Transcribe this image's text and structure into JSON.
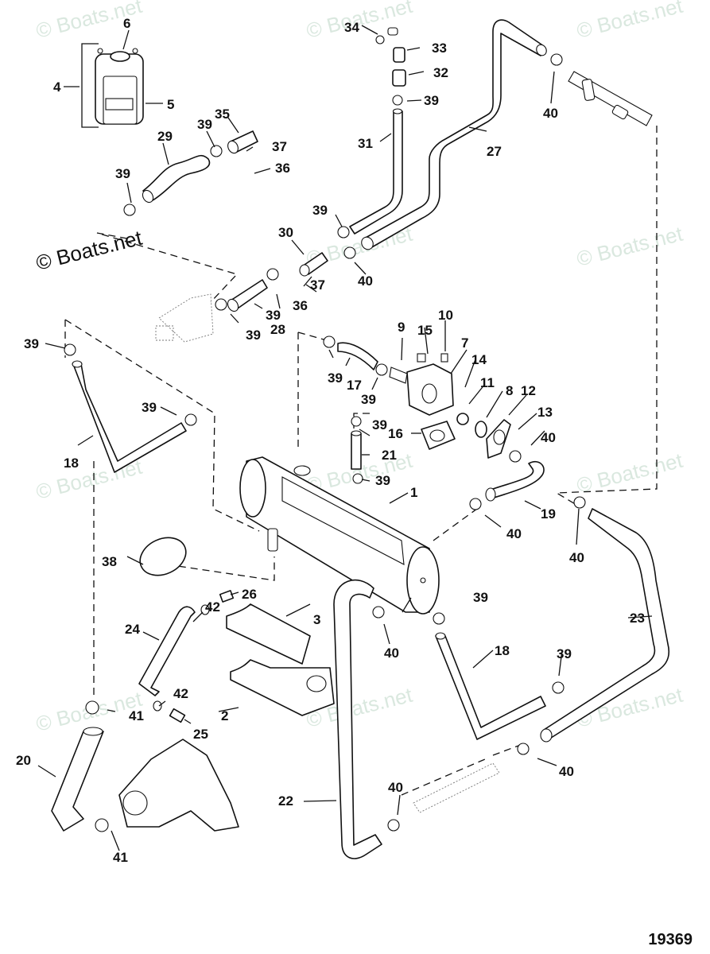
{
  "diagram": {
    "type": "exploded-parts-diagram",
    "subject": "Closed cooling system parts (heat exchanger, hoses, clamps, thermostat housing, reservoir)",
    "diagram_number": "19369",
    "watermark_text": "© Boats.net",
    "colors": {
      "line": "#111111",
      "watermark": "#d4e4da",
      "background": "#ffffff"
    },
    "callouts": [
      {
        "id": "c1",
        "label": "1",
        "part": "heat-exchanger"
      },
      {
        "id": "c2",
        "label": "2",
        "part": "bracket-lower"
      },
      {
        "id": "c3",
        "label": "3",
        "part": "bracket-upper"
      },
      {
        "id": "c4",
        "label": "4",
        "part": "reservoir-assembly"
      },
      {
        "id": "c5",
        "label": "5",
        "part": "reservoir"
      },
      {
        "id": "c6",
        "label": "6",
        "part": "reservoir-cap"
      },
      {
        "id": "c7",
        "label": "7",
        "part": "thermostat-housing"
      },
      {
        "id": "c8",
        "label": "8",
        "part": "o-ring"
      },
      {
        "id": "c9",
        "label": "9",
        "part": "fitting"
      },
      {
        "id": "c10",
        "label": "10",
        "part": "plug"
      },
      {
        "id": "c11",
        "label": "11",
        "part": "thermostat"
      },
      {
        "id": "c12",
        "label": "12",
        "part": "thermostat-cover"
      },
      {
        "id": "c13",
        "label": "13",
        "part": "screw"
      },
      {
        "id": "c14",
        "label": "14",
        "part": "bolt"
      },
      {
        "id": "c15",
        "label": "15",
        "part": "elbow-fitting"
      },
      {
        "id": "c16",
        "label": "16",
        "part": "gasket"
      },
      {
        "id": "c17",
        "label": "17",
        "part": "hose"
      },
      {
        "id": "c18a",
        "label": "18",
        "part": "hose-left"
      },
      {
        "id": "c18b",
        "label": "18",
        "part": "hose-right"
      },
      {
        "id": "c19",
        "label": "19",
        "part": "hose"
      },
      {
        "id": "c20",
        "label": "20",
        "part": "hose"
      },
      {
        "id": "c21",
        "label": "21",
        "part": "hose"
      },
      {
        "id": "c22",
        "label": "22",
        "part": "hose"
      },
      {
        "id": "c23",
        "label": "23",
        "part": "hose"
      },
      {
        "id": "c24",
        "label": "24",
        "part": "hose"
      },
      {
        "id": "c25",
        "label": "25",
        "part": "elbow-fitting"
      },
      {
        "id": "c26",
        "label": "26",
        "part": "elbow-fitting"
      },
      {
        "id": "c27",
        "label": "27",
        "part": "hose"
      },
      {
        "id": "c28",
        "label": "28",
        "part": "hose"
      },
      {
        "id": "c29",
        "label": "29",
        "part": "hose"
      },
      {
        "id": "c30",
        "label": "30",
        "part": "tee-fitting"
      },
      {
        "id": "c31",
        "label": "31",
        "part": "hose"
      },
      {
        "id": "c32",
        "label": "32",
        "part": "valve"
      },
      {
        "id": "c33",
        "label": "33",
        "part": "fitting"
      },
      {
        "id": "c34",
        "label": "34",
        "part": "cap"
      },
      {
        "id": "c35",
        "label": "35",
        "part": "tee-fitting"
      },
      {
        "id": "c36a",
        "label": "36",
        "part": "drain-valve"
      },
      {
        "id": "c36b",
        "label": "36",
        "part": "drain-valve"
      },
      {
        "id": "c37a",
        "label": "37",
        "part": "washer"
      },
      {
        "id": "c37b",
        "label": "37",
        "part": "washer"
      },
      {
        "id": "c38",
        "label": "38",
        "part": "clamp-band"
      },
      {
        "id": "c39",
        "label": "39",
        "part": "hose-clamp"
      },
      {
        "id": "c40",
        "label": "40",
        "part": "hose-clamp"
      },
      {
        "id": "c41",
        "label": "41",
        "part": "hose-clamp"
      },
      {
        "id": "c42",
        "label": "42",
        "part": "sealing-washer"
      }
    ],
    "labels": {
      "l1": "1",
      "l2": "2",
      "l3": "3",
      "l4": "4",
      "l5": "5",
      "l6": "6",
      "l7": "7",
      "l8": "8",
      "l9": "9",
      "l10": "10",
      "l11": "11",
      "l12": "12",
      "l13": "13",
      "l14": "14",
      "l15": "15",
      "l16": "16",
      "l17": "17",
      "l18": "18",
      "l19": "19",
      "l20": "20",
      "l21": "21",
      "l22": "22",
      "l23": "23",
      "l24": "24",
      "l25": "25",
      "l26": "26",
      "l27": "27",
      "l28": "28",
      "l29": "29",
      "l30": "30",
      "l31": "31",
      "l32": "32",
      "l33": "33",
      "l34": "34",
      "l35": "35",
      "l36": "36",
      "l37": "37",
      "l38": "38",
      "l39": "39",
      "l40": "40",
      "l41": "41",
      "l42": "42"
    }
  }
}
